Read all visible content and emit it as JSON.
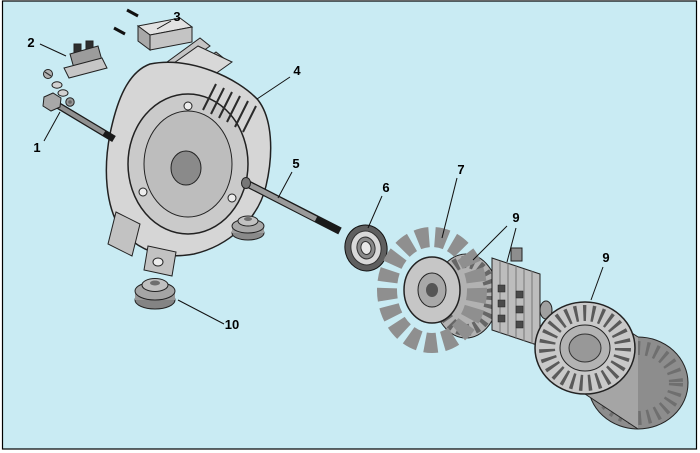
{
  "figure": {
    "background": "#c9ebf3",
    "border_color": "#000000",
    "line_color": "#1a1a1a",
    "callouts": {
      "c1": "1",
      "c2": "2",
      "c3": "3",
      "c4": "4",
      "c5": "5",
      "c6": "6",
      "c7": "7",
      "c9a": "9",
      "c9b": "9",
      "c10": "10"
    }
  }
}
